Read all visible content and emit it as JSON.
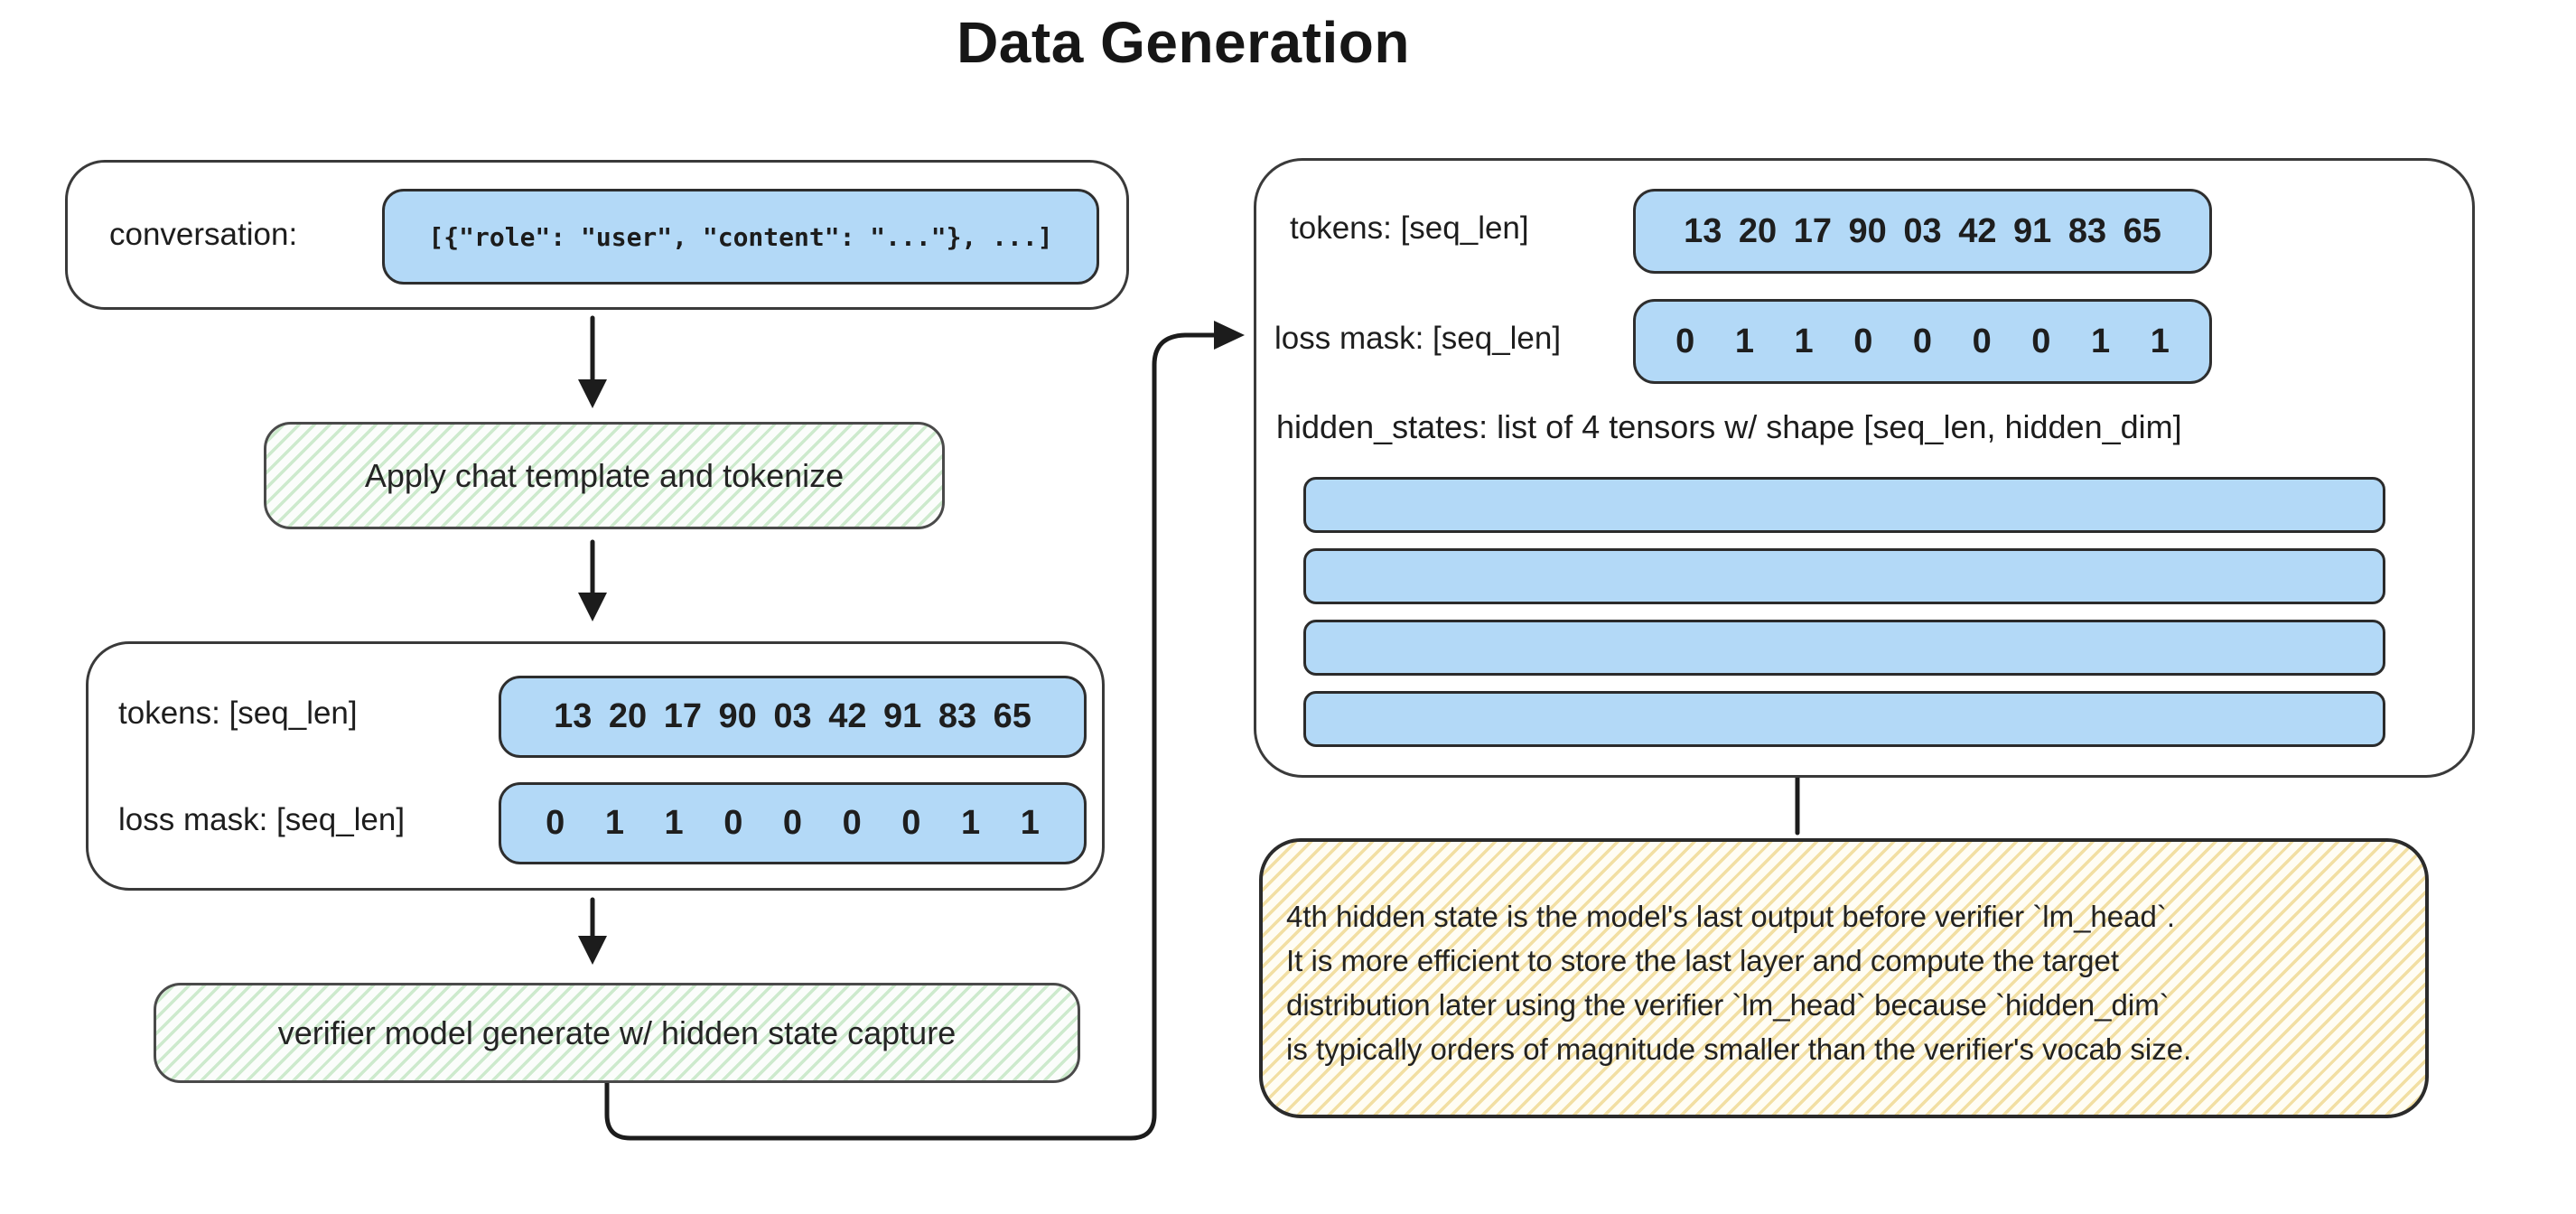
{
  "title": "Data Generation",
  "colors": {
    "pill_blue": "#b3d9f7",
    "green_hatch": "#8ed08e",
    "yellow_hatch": "#e8c660",
    "ink": "#1c1c1c"
  },
  "pipeline": {
    "conversation_label": "conversation:",
    "conversation_value": "[{\"role\": \"user\", \"content\": \"...\"}, ...]",
    "step_tokenize": "Apply chat template and tokenize",
    "tokens_label": "tokens: [seq_len]",
    "tokens_values": "13 20 17 90 03 42 91 83 65",
    "loss_mask_label": "loss mask: [seq_len]",
    "loss_mask_values": "0 1 1 0 0 0 0 1 1",
    "step_generate": "verifier model generate w/ hidden state capture"
  },
  "output": {
    "tokens_label": "tokens: [seq_len]",
    "tokens_values": "13 20 17 90 03 42 91 83 65",
    "loss_mask_label": "loss mask: [seq_len]",
    "loss_mask_values": "0 1 1 0 0 0 0 1 1",
    "hidden_states_label": "hidden_states: list of 4 tensors w/ shape [seq_len, hidden_dim]",
    "hidden_states_count": 4
  },
  "note_lines": [
    "4th hidden state is the model's last output before verifier `lm_head`.",
    "It is more efficient to store the last layer and compute the target",
    "distribution later using the verifier `lm_head` because `hidden_dim`",
    "is typically orders of magnitude smaller than the verifier's vocab size."
  ]
}
